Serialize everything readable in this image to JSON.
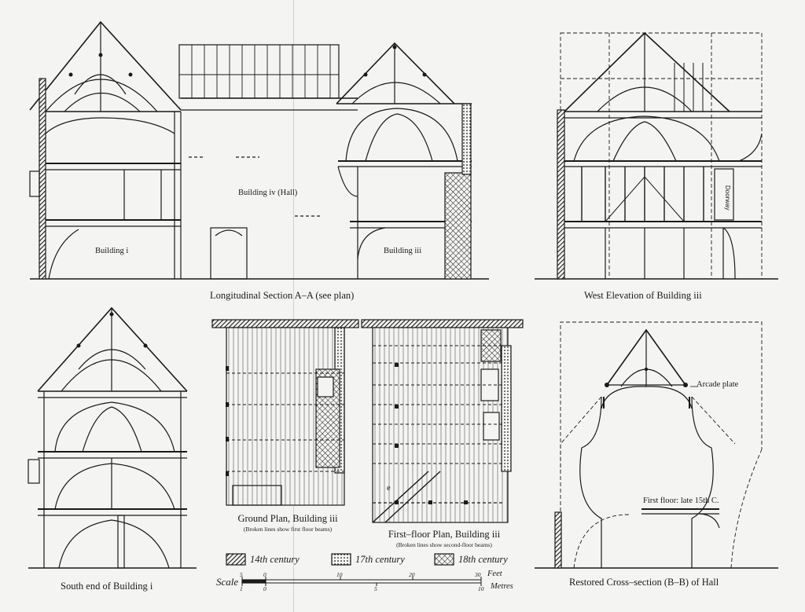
{
  "labels": {
    "building_i": "Building i",
    "building_iv": "Building iv (Hall)",
    "building_iii": "Building iii",
    "doorway": "Doorway",
    "arcade_plate": "Arcade plate",
    "first_floor_note": "First floor: late 15th C."
  },
  "captions": {
    "longitudinal": "Longitudinal Section A–A (see plan)",
    "west_elevation": "West Elevation of Building iii",
    "south_end": "South end of Building i",
    "ground_plan": "Ground Plan, Building iii",
    "ground_plan_note": "(Broken lines show first floor beams)",
    "first_floor_plan": "First–floor Plan, Building iii",
    "first_floor_plan_note": "(Broken lines show second-floor beams)",
    "cross_section": "Restored Cross–section (B–B) of Hall"
  },
  "legend": [
    {
      "label": "14th century",
      "pattern": "hatch"
    },
    {
      "label": "17th century",
      "pattern": "dots"
    },
    {
      "label": "18th century",
      "pattern": "cross"
    }
  ],
  "scale": {
    "title": "Scale",
    "feet_unit": "Feet",
    "metres_unit": "Metres",
    "feet_ticks": [
      "5",
      "0",
      "10",
      "20",
      "30"
    ],
    "metres_ticks": [
      "1",
      "0",
      "5",
      "10"
    ]
  },
  "plan_mark": "e",
  "colors": {
    "ink": "#1a1a1a",
    "paper": "#f4f4f2"
  }
}
